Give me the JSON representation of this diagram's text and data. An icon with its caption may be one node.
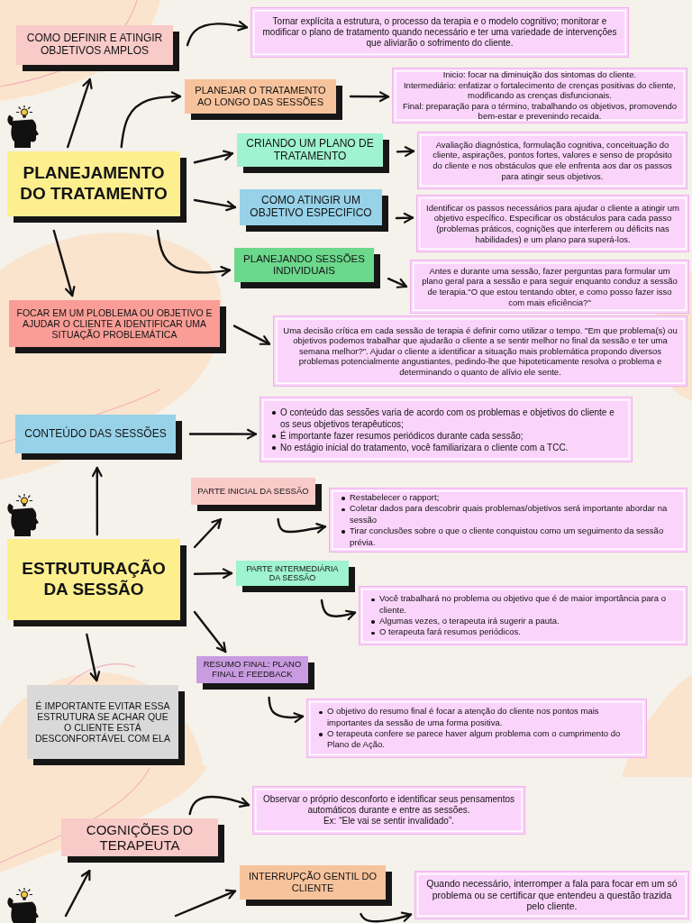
{
  "diagram": {
    "nodes": [
      {
        "text": [
          "COMO DEFINIR E ATINGIR OBJETIVOS AMPLOS"
        ]
      },
      {
        "text": [
          "Tornar explícita a estrutura, o processo da terapia e o modelo cognitivo; monitorar e modificar o plano de tratamento quando necessário e ter uma variedade de intervenções que aliviarão o sofrimento do cliente."
        ]
      },
      {
        "text": [
          "PLANEJAR O TRATAMENTO AO LONGO DAS SESSÕES"
        ]
      },
      {
        "text": [
          "Inicio: focar na diminuição dos sintomas do cliente.",
          "Intermediário: enfatizar o fortalecimento de crenças positivas do cliente, modificando as crenças disfuncionais.",
          "Final: preparação para o término, trabalhando os objetivos, promovendo bem-estar e prevenindo recaida."
        ]
      },
      {
        "text": [
          "PLANEJAMENTO DO TRATAMENTO"
        ]
      },
      {
        "text": [
          "CRIANDO UM PLANO DE TRATAMENTO"
        ]
      },
      {
        "text": [
          "Avaliação diagnóstica, formulação cognitiva, conceituação do cliente, aspirações, pontos fortes, valores e senso de propósito do cliente e nos obstáculos que ele enfrenta aos dar os passos para atingir seus objetivos."
        ]
      },
      {
        "text": [
          "COMO ATINGIR UM OBJETIVO ESPECIFICO"
        ]
      },
      {
        "text": [
          "Identificar os passos necessários para ajudar o cliente a atingir um objetivo específico. Especificar os obstáculos para cada passo (problemas práticos, cognições que interferem ou déficits nas habilidades) e um plano para superá-los."
        ]
      },
      {
        "text": [
          "PLANEJANDO SESSÕES INDIVIDUAIS"
        ]
      },
      {
        "text": [
          "Antes e durante uma sessão, fazer perguntas para formular um plano geral para a sessão e para seguir enquanto conduz a sessão de terapia.\"O que estou tentando obter, e como posso fazer isso com mais eficiência?\""
        ]
      },
      {
        "text": [
          "FOCAR EM UM PLOBLEMA OU OBJETIVO E AJUDAR O CLIENTE A IDENTIFICAR UMA SITUAÇÃO PROBLEMÁTICA"
        ]
      },
      {
        "text": [
          "Uma decisão crítica em cada sessão de terapia é definir como utilizar o tempo. \"Em que problema(s) ou objetivos podemos trabalhar que ajudarão o cliente a se sentir melhor no final da sessão e ter uma semana melhor?\". Ajudar o cliente a identificar a situação mais problemática propondo diversos problemas potencialmente angustiantes, pedindo-lhe que hipoteticamente resolva o problema e determinando o quanto de alívio ele sente."
        ]
      },
      {
        "text": [
          "CONTEÚDO DAS SESSÕES"
        ]
      },
      {
        "text": [
          "O conteúdo das sessões varia de acordo com os problemas e objetivos do cliente e os seus objetivos terapêuticos;",
          "É importante fazer resumos periódicos durante cada sessão;",
          "No estágio inicial do tratamento, você familiarizara o cliente com a TCC."
        ]
      },
      {
        "text": [
          "ESTRUTURAÇÃO DA SESSÃO"
        ]
      },
      {
        "text": [
          "PARTE INICIAL DA SESSÃO"
        ]
      },
      {
        "text": [
          "Restabelecer o rapport;",
          "Coletar dados para descobrir quais problemas/objetivos será importante abordar na sessão",
          "Tirar conclusões sobre o que o cliente conquistou como um seguimento da sessão prévia."
        ]
      },
      {
        "text": [
          "PARTE INTERMEDIÁRIA DA SESSÃO"
        ]
      },
      {
        "text": [
          "Você trabalhará no problema ou objetivo que é de maior importância para o cliente.",
          "Algumas vezes, o terapeuta irá sugerir a pauta.",
          "O terapeuta fará resumos periódicos."
        ]
      },
      {
        "text": [
          "RESUMO FINAL: PLANO FINAL E FEEDBACK"
        ]
      },
      {
        "text": [
          "O objetivo do resumo final é focar a atenção do cliente nos pontos mais importantes da sessão de uma forma positiva.",
          "O terapeuta confere se parece haver algum problema com o cumprimento do Plano de Ação."
        ]
      },
      {
        "text": [
          "É IMPORTANTE EVITAR ESSA ESTRUTURA SE ACHAR QUE O CLIENTE ESTÁ DESCONFORTÁVEL COM ELA"
        ]
      },
      {
        "text": [
          "COGNIÇÕES DO TERAPEUTA"
        ]
      },
      {
        "text": [
          "Observar o próprio desconforto e identificar seus pensamentos automáticos durante e entre as sessões.",
          "Ex: “Ele vai se sentir invalidado”."
        ]
      },
      {
        "text": [
          "INTERRUPÇÃO GENTIL DO CLIENTE"
        ]
      },
      {
        "text": [
          "Quando necessário, interromper a fala para focar em um só problema ou se certificar que entendeu a questão trazida pelo cliente."
        ]
      }
    ],
    "edges": [
      {
        "from": 4,
        "to": 0,
        "arrow": "to"
      },
      {
        "from": 4,
        "to": 2,
        "arrow": "to"
      },
      {
        "from": 0,
        "to": 1,
        "arrow": "to"
      },
      {
        "from": 2,
        "to": 3,
        "arrow": "to"
      },
      {
        "from": 4,
        "to": 5,
        "arrow": "to"
      },
      {
        "from": 5,
        "to": 6,
        "arrow": "to"
      },
      {
        "from": 4,
        "to": 7,
        "arrow": "to"
      },
      {
        "from": 7,
        "to": 8,
        "arrow": "to"
      },
      {
        "from": 4,
        "to": 9,
        "arrow": "to"
      },
      {
        "from": 9,
        "to": 10,
        "arrow": "to"
      },
      {
        "from": 4,
        "to": 11,
        "arrow": "to"
      },
      {
        "from": 11,
        "to": 12,
        "arrow": "to"
      },
      {
        "from": 15,
        "to": 13,
        "arrow": "to"
      },
      {
        "from": 13,
        "to": 14,
        "arrow": "to"
      },
      {
        "from": 15,
        "to": 16,
        "arrow": "to"
      },
      {
        "from": 16,
        "to": 17,
        "arrow": "to"
      },
      {
        "from": 15,
        "to": 18,
        "arrow": "to"
      },
      {
        "from": 18,
        "to": 19,
        "arrow": "to"
      },
      {
        "from": 15,
        "to": 20,
        "arrow": "to"
      },
      {
        "from": 20,
        "to": 21,
        "arrow": "to"
      },
      {
        "from": 15,
        "to": 22,
        "arrow": "to"
      },
      {
        "from": null,
        "to": 23,
        "arrow": "to"
      },
      {
        "from": 23,
        "to": 24,
        "arrow": "to"
      },
      {
        "from": null,
        "to": 25,
        "arrow": "to"
      },
      {
        "from": 25,
        "to": 26,
        "arrow": "to"
      }
    ]
  }
}
